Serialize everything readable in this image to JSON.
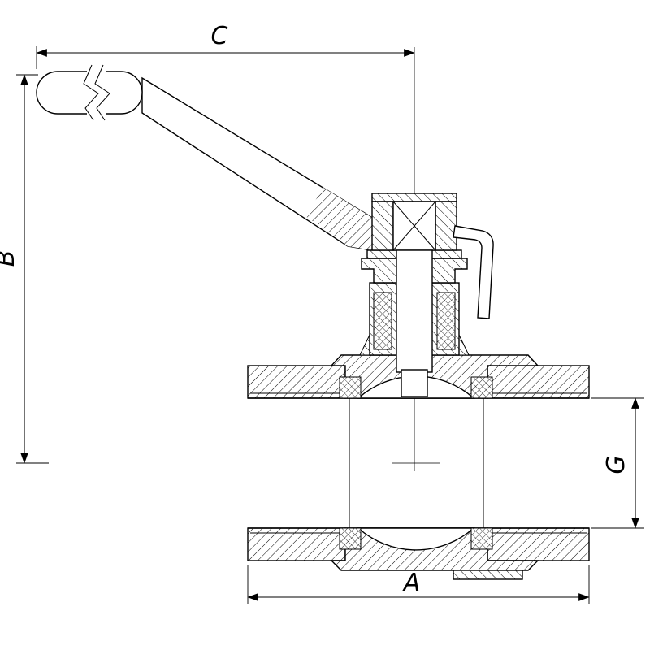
{
  "diagram": {
    "subject": "ball-valve-sectional-drawing",
    "background_color": "#ffffff",
    "line_color": "#000000",
    "dimensions": {
      "top": {
        "label": "C"
      },
      "left": {
        "label": "B"
      },
      "right": {
        "label": "G"
      },
      "bottom": {
        "label": "A"
      }
    }
  }
}
